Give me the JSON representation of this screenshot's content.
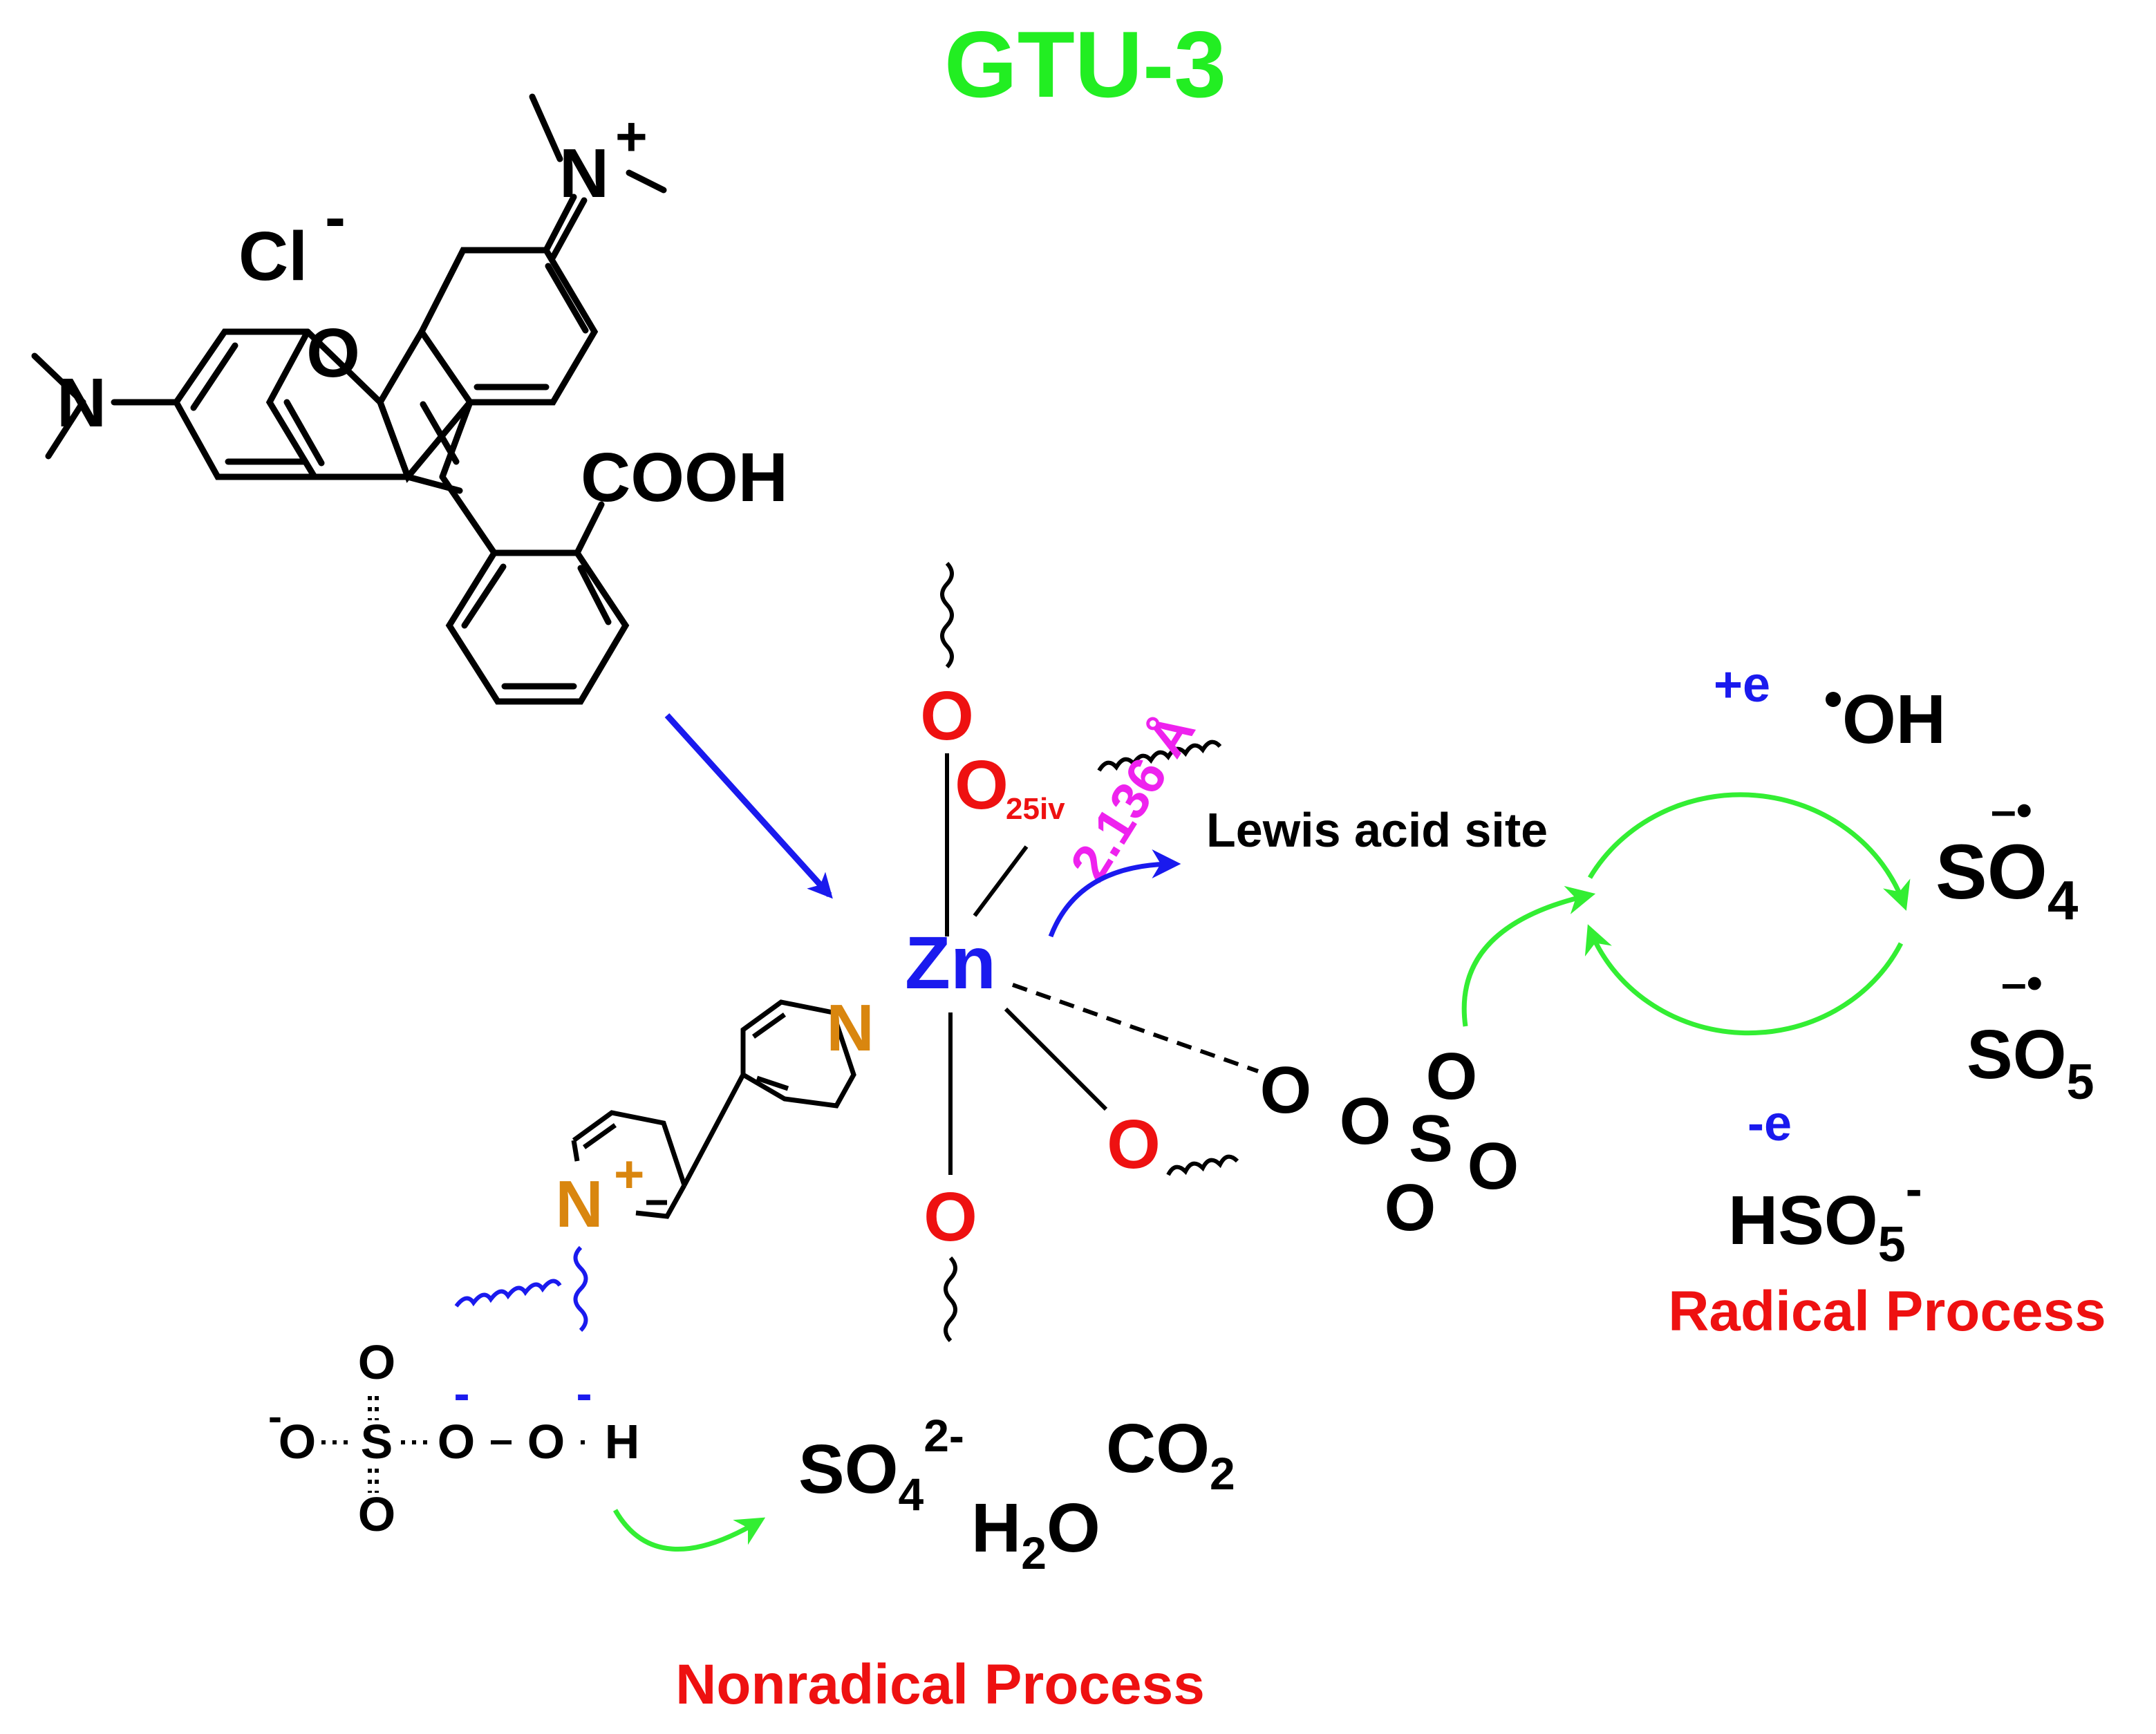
{
  "title": "GTU-3",
  "colors": {
    "title": "#22ee22",
    "bond": "#000000",
    "zinc": "#1a1aee",
    "oxygen": "#ee1111",
    "pyridinium_n": "#d9860f",
    "distance": "#ee22ee",
    "process_label": "#ee1111",
    "cycle_arrow": "#33ee33",
    "electron": "#1a1aee",
    "pointer_arrow": "#1a1aee"
  },
  "rhodamine": {
    "chloride": "Cl",
    "chloride_charge": "-",
    "ring_oxygen": "O",
    "amine_left": "N",
    "iminium": "N",
    "iminium_charge": "+",
    "carboxyl": "COOH"
  },
  "zinc_center": {
    "metal": "Zn",
    "ligands": [
      "O",
      "O",
      "O",
      "O"
    ],
    "o25": "O",
    "o25_sub": "25iv",
    "distance": "2.136 Å",
    "lewis_label": "Lewis acid site"
  },
  "pyridinium": {
    "n_top": "N",
    "n_cat": "N",
    "n_cat_charge": "+"
  },
  "pms_bound": {
    "atoms": [
      "O",
      "O",
      "S",
      "O",
      "O",
      "O"
    ]
  },
  "peroxymonosulfate": {
    "o_minus_left": "O",
    "minus_left": "-",
    "s": "S",
    "o_top": "O",
    "o_bottom": "O",
    "o_bridge": "O",
    "o_bridge_minus": "-",
    "o_terminal": "O",
    "o_terminal_minus": "-",
    "h": "H"
  },
  "nonradical_products": {
    "so4": "SO",
    "so4_sub": "4",
    "so4_charge": "2-",
    "h2o_h": "H",
    "h2o_sub": "2",
    "h2o_o": "O",
    "co2": "CO",
    "co2_sub": "2"
  },
  "nonradical_label": "Nonradical Process",
  "radical_cycle": {
    "plus_e": "+e",
    "minus_e": "-e",
    "oh_radical": "OH",
    "so4": "SO",
    "so4_sub": "4",
    "so4_charge": "–•",
    "so5": "SO",
    "so5_sub": "5",
    "so5_charge": "–•",
    "hso5": "HSO",
    "hso5_sub": "5",
    "hso5_charge": "-"
  },
  "radical_label": "Radical Process"
}
